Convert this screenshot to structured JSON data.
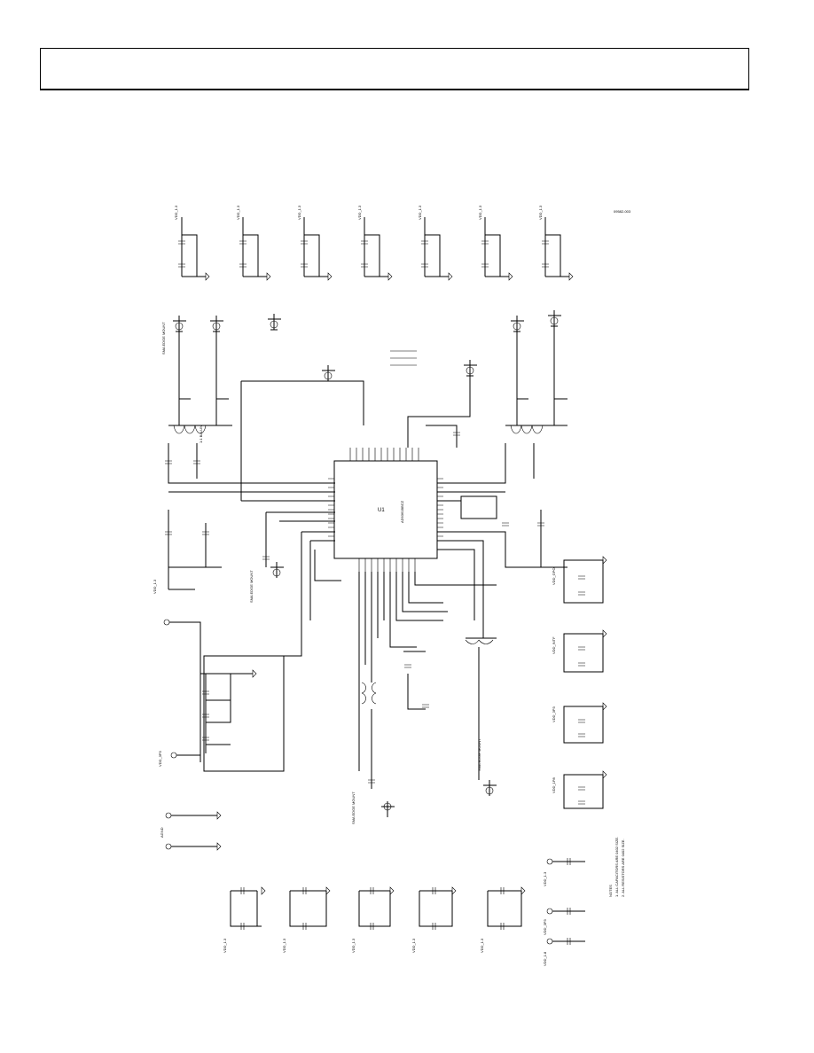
{
  "page": {
    "header_text": ""
  },
  "schematic": {
    "ic_ref": "U1",
    "ic_part": "AD9361BBCZ",
    "net_labels": {
      "top_row": [
        "VDD_1.3",
        "VDD_1.3",
        "VDD_1.3",
        "VDD_1.3",
        "VDD_1.3",
        "VDD_1.3",
        "VDD_1.3"
      ],
      "bottom_row": [
        "VDD_1.3",
        "VDD_1.3",
        "VDD_1.3",
        "VDD_1.3",
        "VDD_1.3"
      ],
      "right_supplies": [
        "VDD_GPO",
        "VDD_INTF",
        "VDD_3P3",
        "VDD_1P8"
      ],
      "power_pins": [
        "VDD_1.3",
        "VDD_3P3",
        "VDD_1.8"
      ]
    },
    "ground_label": "AGND",
    "connector_label": "SMA EDGE MOUNT",
    "transformer_label": "1:1 BALUN",
    "notes": [
      "NOTES",
      "1. ALL CAPACITORS ARE 0402 SIZE.",
      "2. ALL RESISTORS ARE 0402 SIZE."
    ],
    "figure_number": "09582-003"
  }
}
